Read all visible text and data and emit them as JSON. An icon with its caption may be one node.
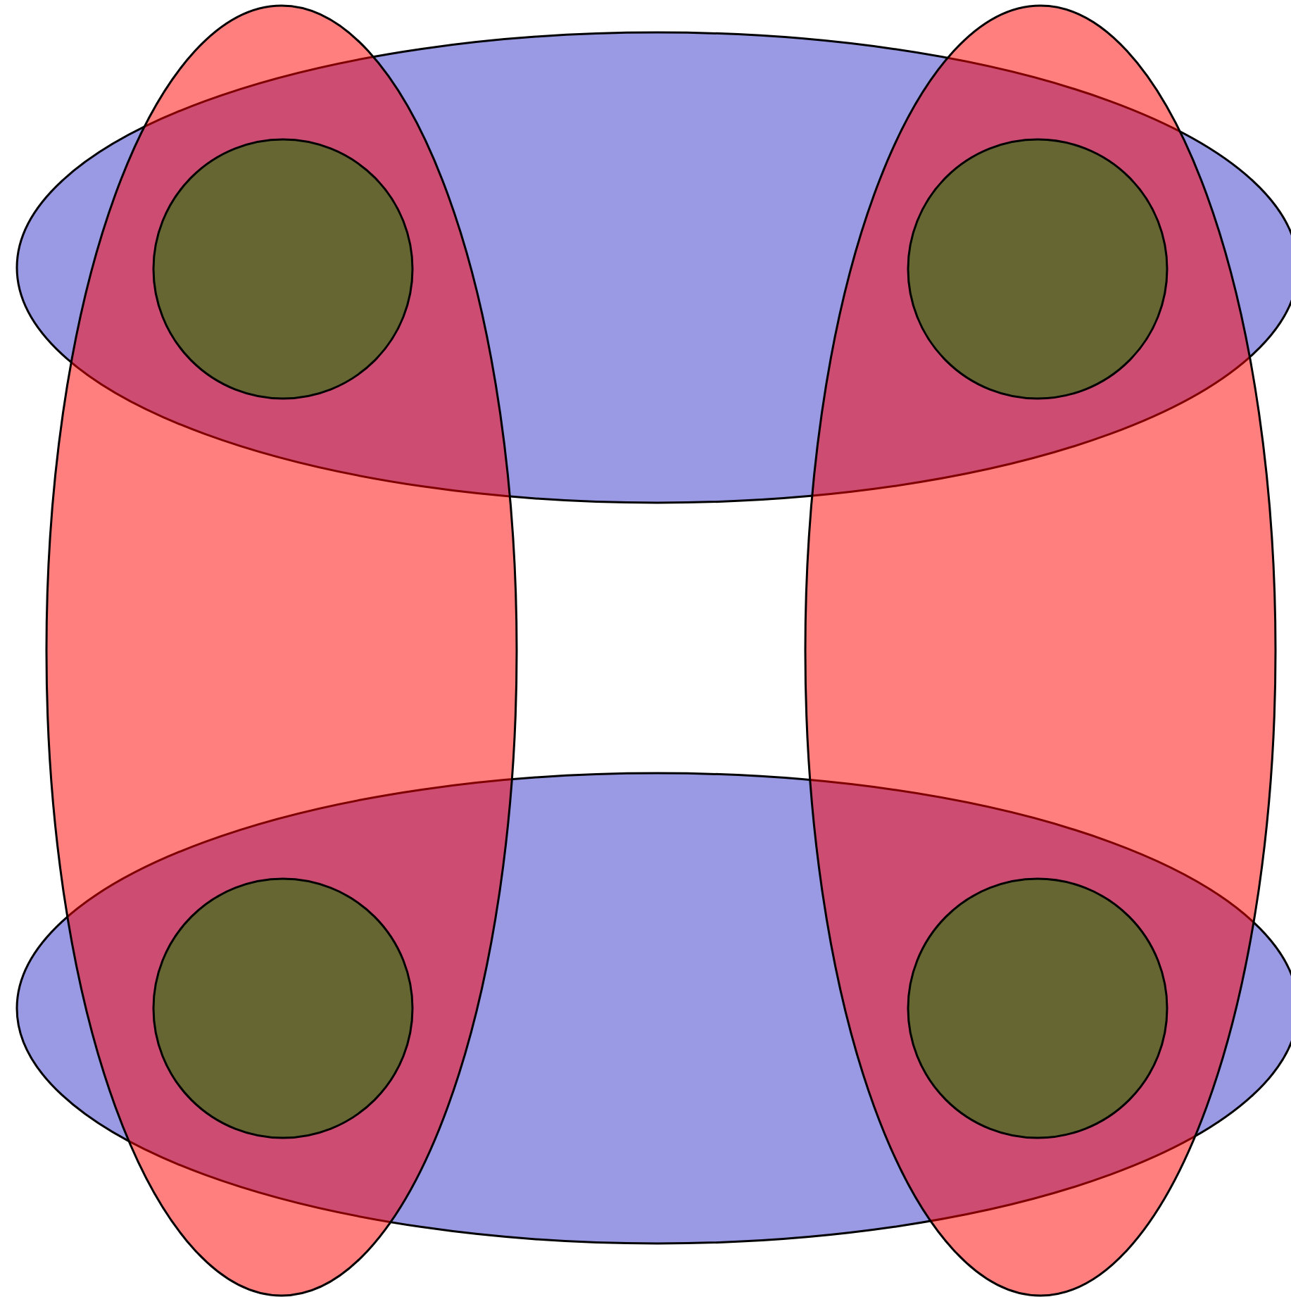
{
  "diagram": {
    "nodes": [
      {
        "text": [],
        "shape": "ellipse"
      },
      {
        "text": [],
        "shape": "ellipse"
      },
      {
        "text": [],
        "shape": "ellipse"
      },
      {
        "text": [],
        "shape": "ellipse"
      },
      {
        "text": [],
        "shape": "circle"
      },
      {
        "text": [],
        "shape": "circle"
      },
      {
        "text": [],
        "shape": "circle"
      },
      {
        "text": [],
        "shape": "circle"
      }
    ]
  }
}
